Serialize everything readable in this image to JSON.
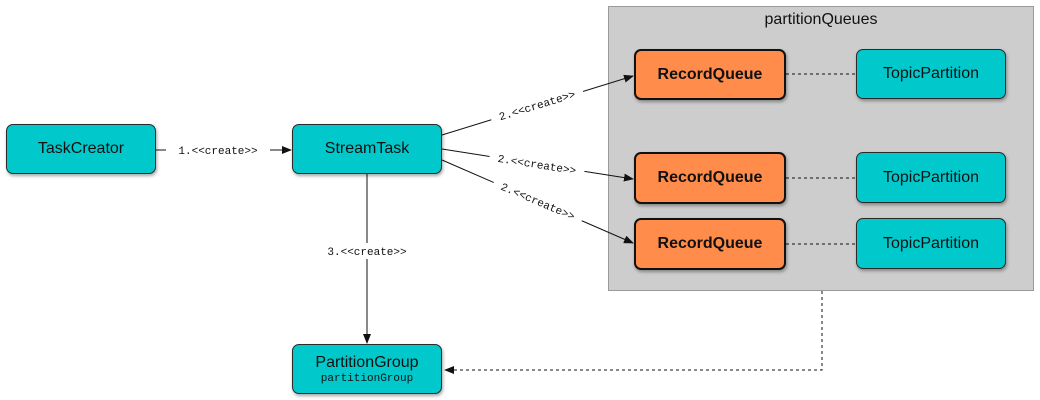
{
  "group": {
    "title": "partitionQueues",
    "color": "#cdcdcd"
  },
  "nodes": {
    "task_creator": "TaskCreator",
    "stream_task": "StreamTask",
    "partition_group": {
      "title": "PartitionGroup",
      "subtitle": "partitionGroup"
    },
    "record_queue_1": "RecordQueue",
    "record_queue_2": "RecordQueue",
    "record_queue_3": "RecordQueue",
    "topic_partition_1": "TopicPartition",
    "topic_partition_2": "TopicPartition",
    "topic_partition_3": "TopicPartition"
  },
  "edges": {
    "creator_to_task": "1.<<create>>",
    "task_to_queue_1": "2.<<create>>",
    "task_to_queue_2": "2.<<create>>",
    "task_to_queue_3": "2.<<create>>",
    "task_to_group": "3.<<create>>"
  },
  "colors": {
    "teal": "#00c8cb",
    "orange": "#ff8c4a"
  }
}
